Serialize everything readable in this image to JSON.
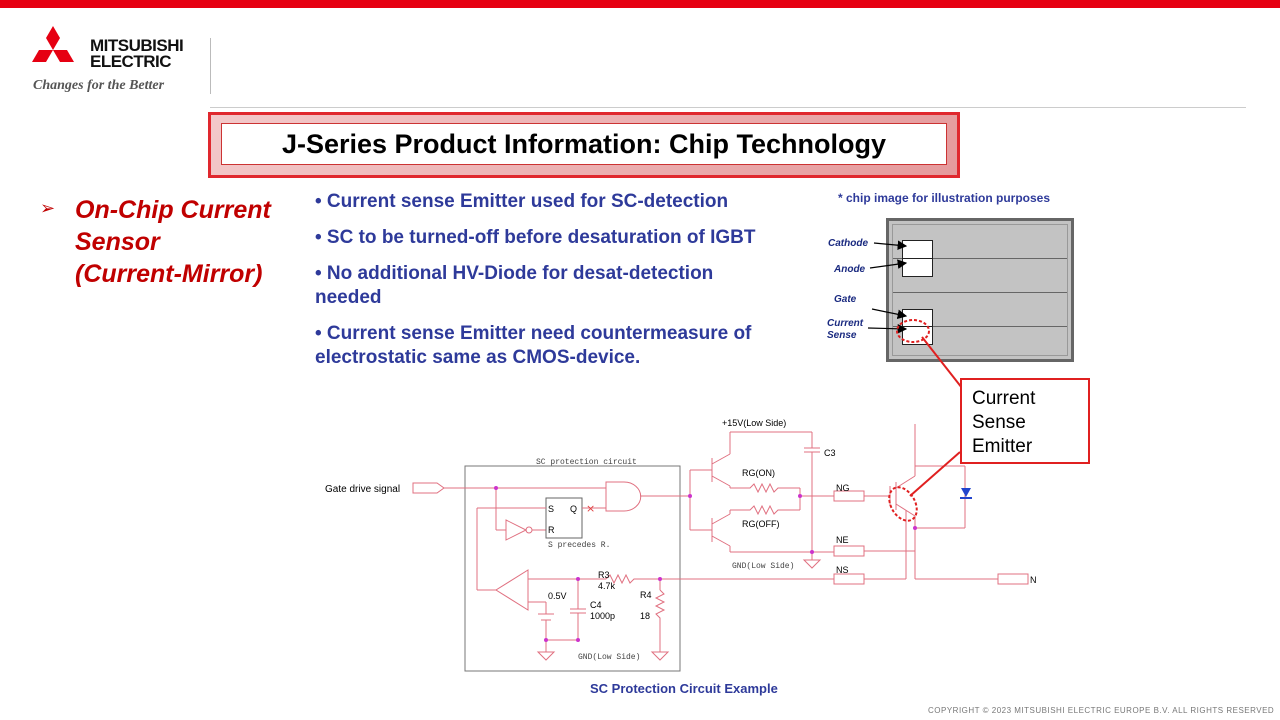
{
  "brand": {
    "name_line1": "MITSUBISHI",
    "name_line2": "ELECTRIC",
    "tagline": "Changes for the Better",
    "accent_color": "#e60012"
  },
  "title": "J-Series  Product Information: Chip Technology",
  "sidebar": {
    "bullet_icon": "arrow-right-icon",
    "heading_lines": [
      "On-Chip Current",
      "Sensor",
      "(Current-Mirror)"
    ]
  },
  "bullets": [
    "• Current sense Emitter used for SC-detection",
    "• SC to be turned-off before desaturation of IGBT",
    "• No additional HV-Diode for desat-detection needed",
    "• Current sense Emitter need countermeasure of electrostatic same as CMOS-device."
  ],
  "chip": {
    "note": "* chip image for illustration purposes",
    "labels": {
      "cathode": "Cathode",
      "anode": "Anode",
      "gate": "Gate",
      "current_sense_1": "Current",
      "current_sense_2": "Sense"
    }
  },
  "callout": [
    "Current",
    "Sense",
    "Emitter"
  ],
  "schematic": {
    "supply": "+15V(Low Side)",
    "block_title": "SC protection circuit",
    "gate_signal": "Gate drive signal",
    "s_label": "S",
    "r_label": "R",
    "q_label": "Q",
    "precedence": "S precedes R.",
    "rg_on": "RG(ON)",
    "rg_off": "RG(OFF)",
    "c3": "C3",
    "ng": "NG",
    "ne": "NE",
    "ns": "NS",
    "n": "N",
    "gnd1": "GND(Low Side)",
    "gnd2": "GND(Low Side)",
    "r3": "R3",
    "r3_val": "4.7k",
    "r4": "R4",
    "r4_val": "18",
    "vref": "0.5V",
    "c4": "C4",
    "c4_val": "1000p"
  },
  "caption": "SC Protection Circuit Example",
  "copyright": "COPYRIGHT  © 2023  MITSUBISHI  ELECTRIC  EUROPE  B.V.  ALL  RIGHTS  RESERVED"
}
